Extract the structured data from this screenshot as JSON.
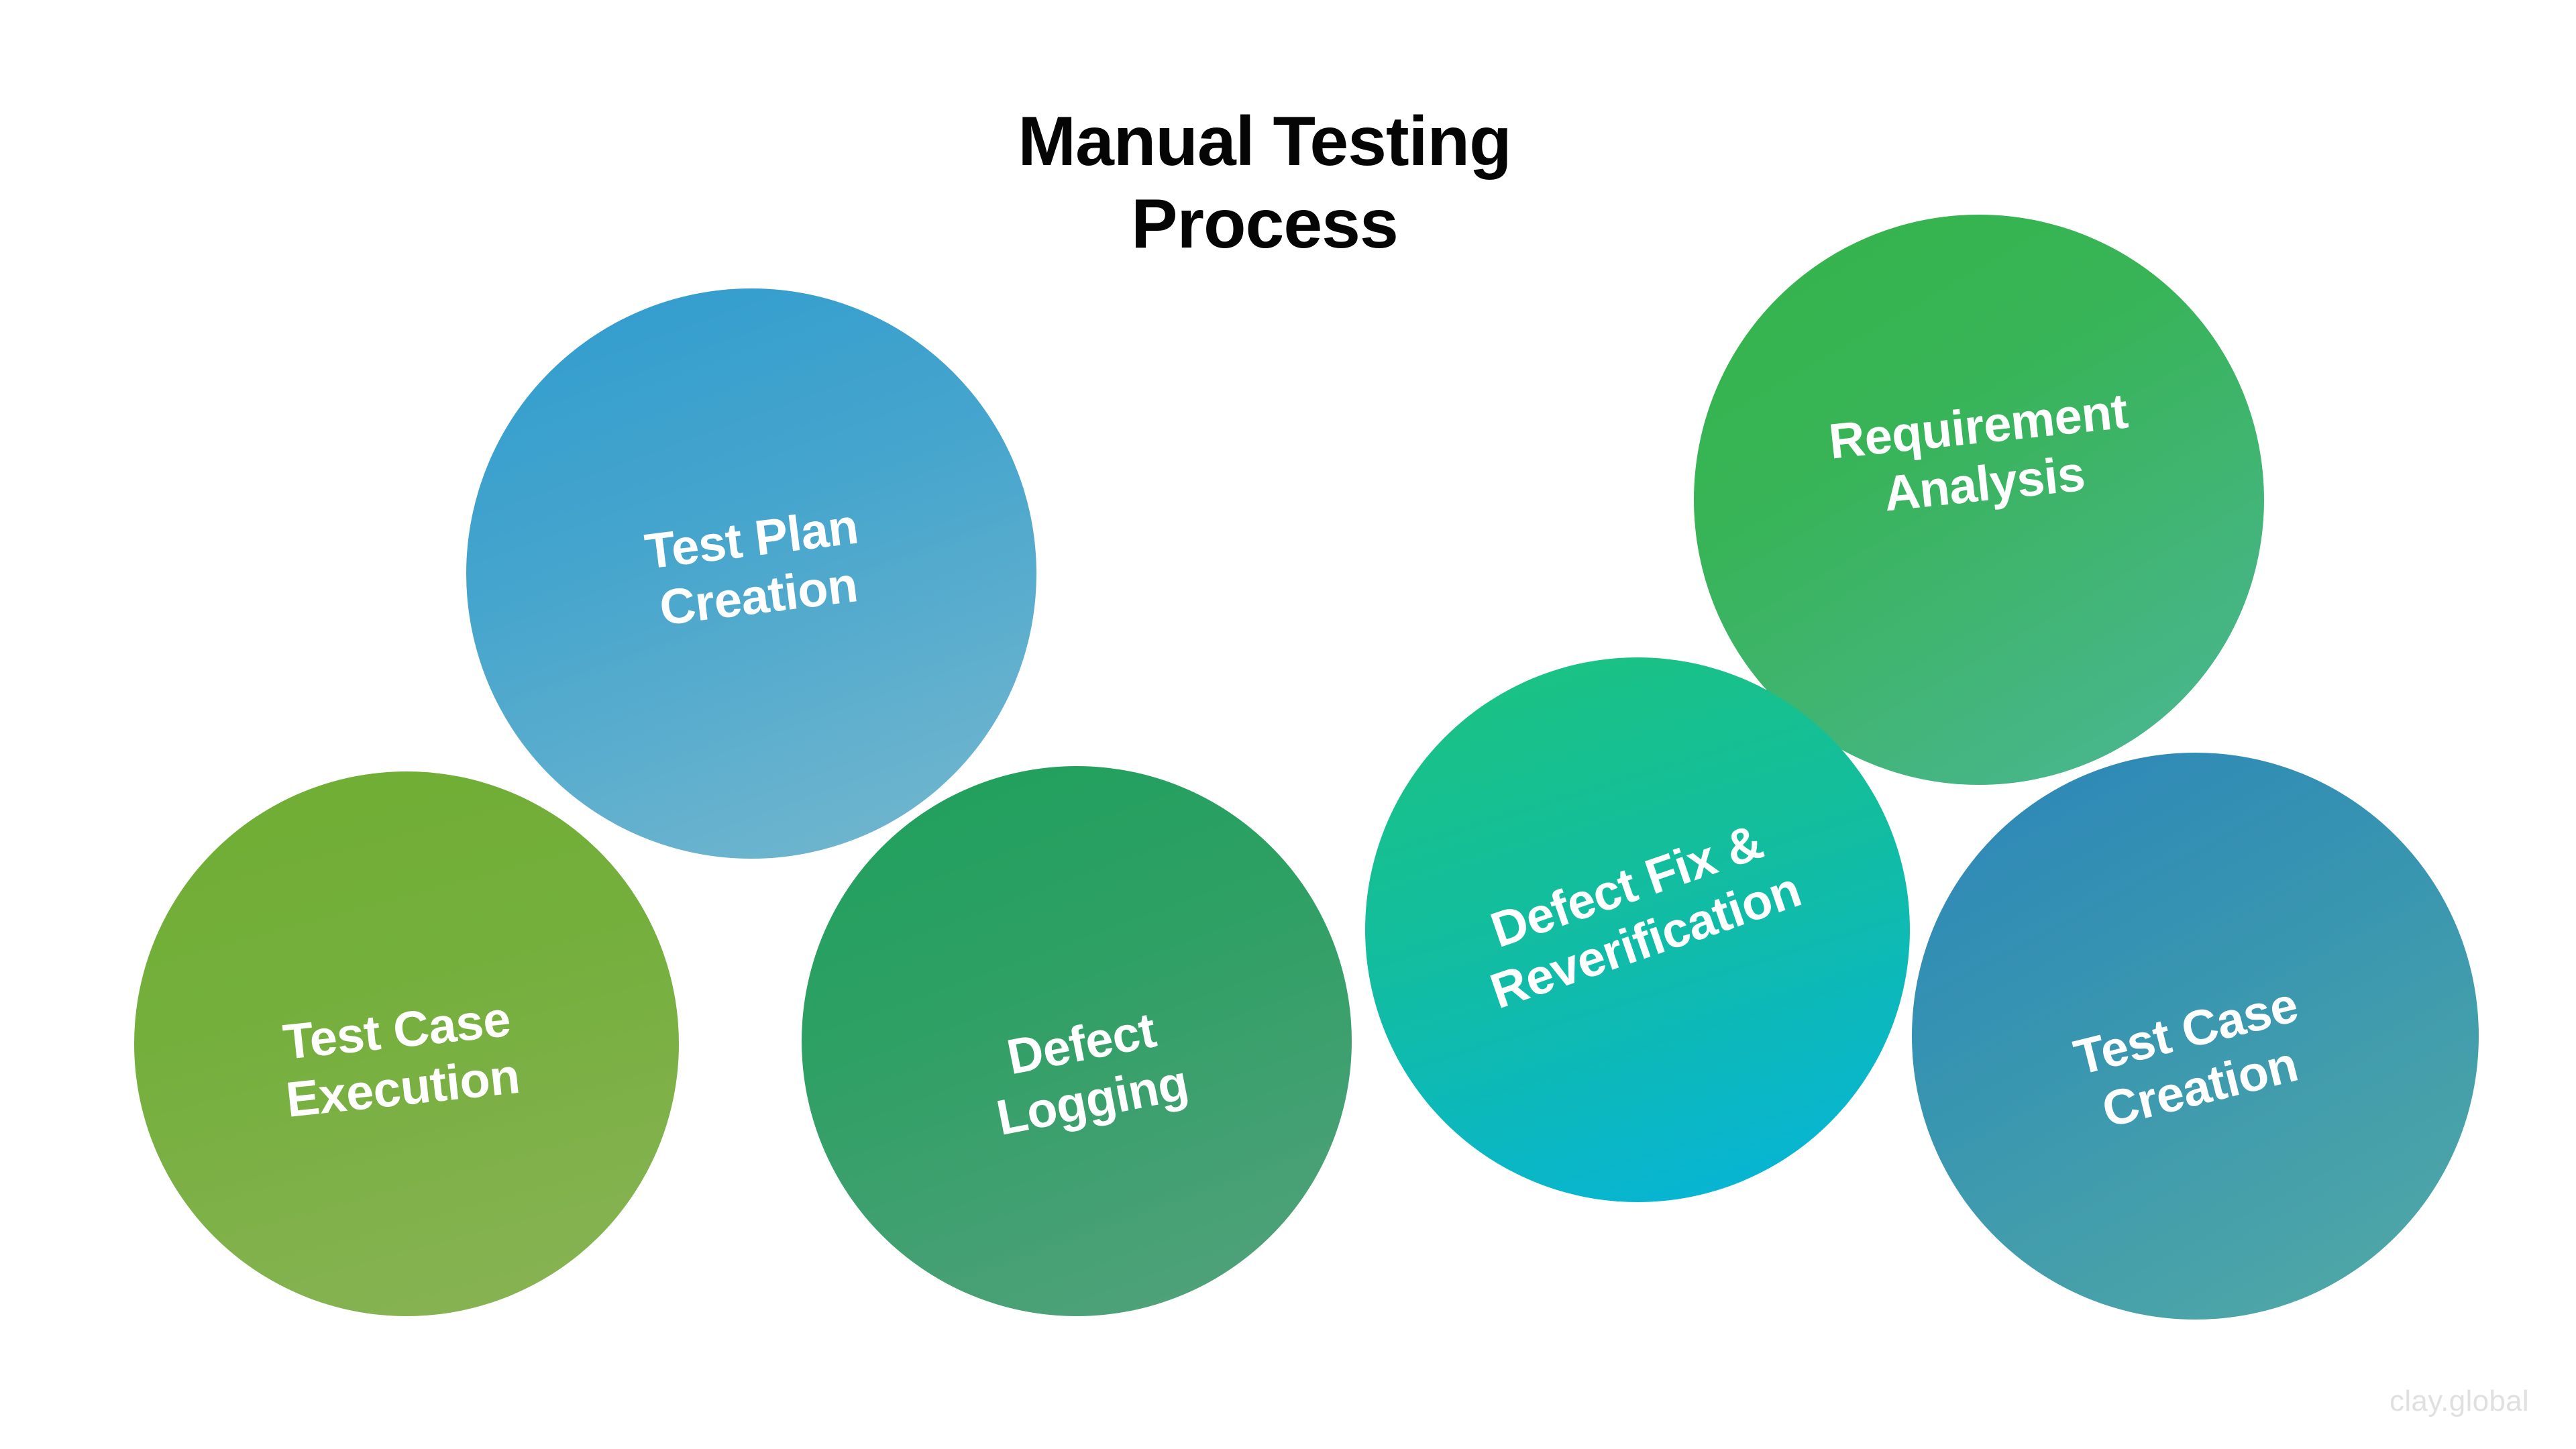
{
  "title": {
    "line1": "Manual Testing",
    "line2": "Process",
    "full": "Manual Testing Process",
    "color": "#050505"
  },
  "watermark": {
    "text": "clay.global",
    "color": "#e0e0e0"
  },
  "background": "#ffffff",
  "diagram": {
    "type": "bubble-cluster",
    "step_count": 6,
    "steps": [
      {
        "id": "test-plan-creation",
        "label": "Test Plan\nCreation",
        "color_start": "#2f9cce",
        "color_end": "#76b8ce"
      },
      {
        "id": "requirement-analysis",
        "label": "Requirement\nAnalysis",
        "color_start": "#35b349",
        "color_end": "#4cb698"
      },
      {
        "id": "test-case-execution",
        "label": "Test Case\nExecution",
        "color_start": "#6fae33",
        "color_end": "#8ab356"
      },
      {
        "id": "defect-logging",
        "label": "Defect\nLogging",
        "color_start": "#1ea05c",
        "color_end": "#55a17e"
      },
      {
        "id": "defect-fix-reverification",
        "label": "Defect Fix &\nReverification",
        "color_start": "#1cc37d",
        "color_end": "#05b3dd"
      },
      {
        "id": "test-case-creation",
        "label": "Test Case\nCreation",
        "color_start": "#2c85b9",
        "color_end": "#53aaa4"
      }
    ]
  }
}
